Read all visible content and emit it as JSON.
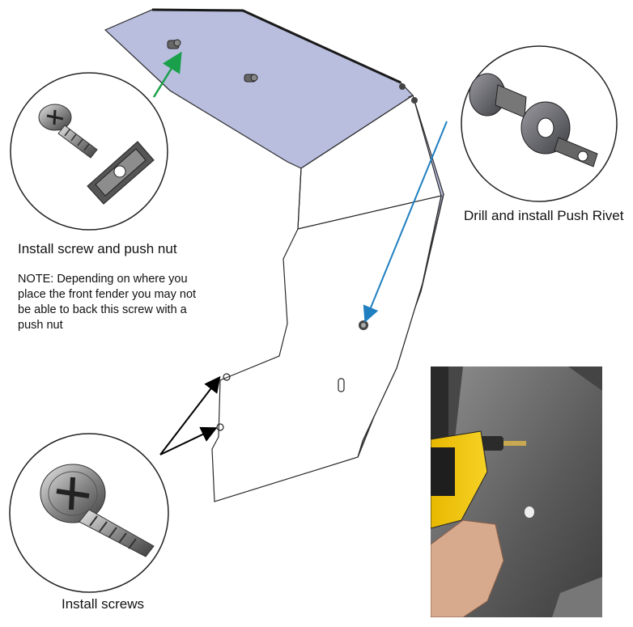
{
  "labels": {
    "screw_and_push_nut": "Install screw and push nut",
    "push_rivet": "Drill and install Push Rivet",
    "screws": "Install screws"
  },
  "note": "NOTE: Depending on where you place the front fender you may not be able to back this screw with a push nut",
  "icons": [
    "pan-head-screw-icon",
    "push-nut-icon",
    "push-rivet-icon",
    "drill-icon"
  ],
  "colors": {
    "panel_blue": "#b9bedf",
    "green_arrow": "#1aa04a",
    "blue_arrow": "#1f7fc0",
    "black_arrow": "#000000"
  }
}
